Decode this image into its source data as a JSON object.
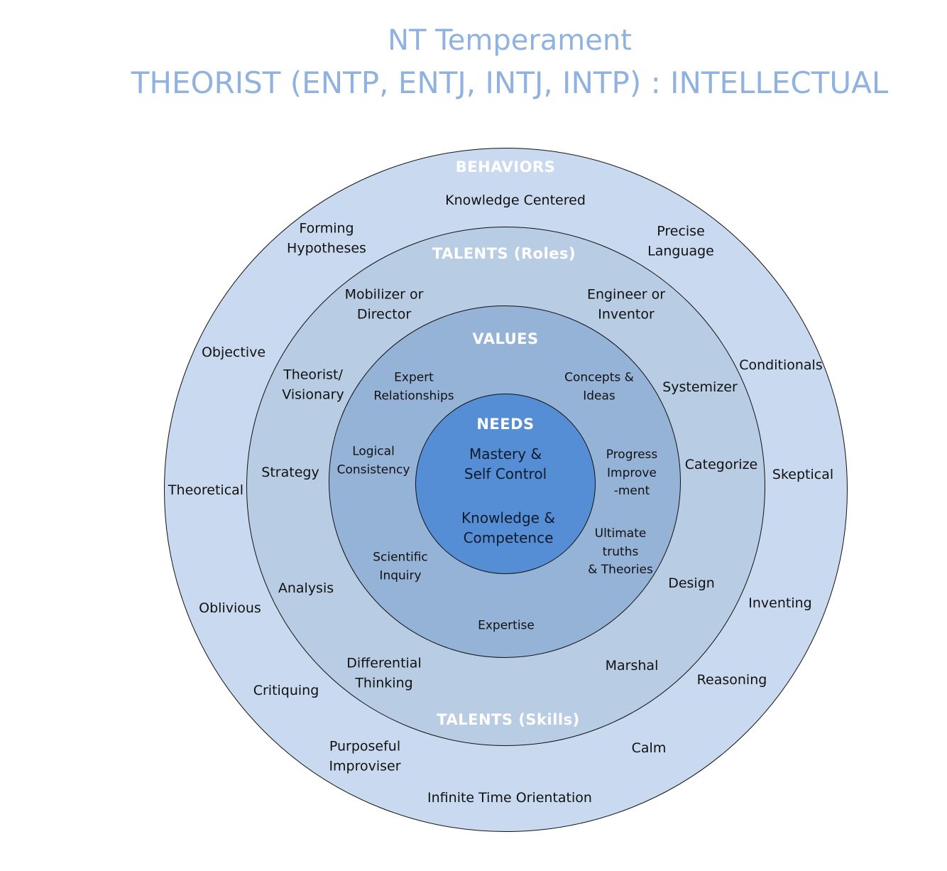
{
  "title": {
    "line1": "NT Temperament",
    "line2": "THEORIST (ENTP, ENTJ, INTJ, INTP) : INTELLECTUAL"
  },
  "behaviors": {
    "heading": "BEHAVIORS",
    "items": [
      "Knowledge Centered",
      "Forming\nHypotheses",
      "Precise\nLanguage",
      "Objective",
      "Conditionals",
      "Theoretical",
      "Skeptical",
      "Oblivious",
      "Inventing",
      "Critiquing",
      "Reasoning",
      "Purposeful\nImproviser",
      "Calm",
      "Infinite Time Orientation"
    ]
  },
  "talents": {
    "roles_heading": "TALENTS (Roles)",
    "skills_heading": "TALENTS (Skills)",
    "items": [
      "Mobilizer or\nDirector",
      "Engineer or\nInventor",
      "Theorist/\nVisionary",
      "Systemizer",
      "Strategy",
      "Categorize",
      "Analysis",
      "Design",
      "Differential\nThinking",
      "Marshal"
    ]
  },
  "values": {
    "heading": "VALUES",
    "items": [
      "Expert\nRelationships",
      "Concepts &\nIdeas",
      "Logical\nConsistency",
      "Progress\nImprove\n-ment",
      "Ultimate\ntruths\n& Theories",
      "Scientific\nInquiry",
      "Expertise"
    ]
  },
  "needs": {
    "heading": "NEEDS",
    "items": [
      "Mastery &\nSelf Control",
      "Knowledge &\nCompetence"
    ]
  },
  "colors": {
    "title": "#8fb2e0",
    "behaviors_ring": "#c9d9ef",
    "talents_ring": "#b8cce4",
    "values_ring": "#95b3d7",
    "needs_ring": "#558ed5",
    "heading_text": "#ffffff",
    "body_text": "#111111"
  }
}
